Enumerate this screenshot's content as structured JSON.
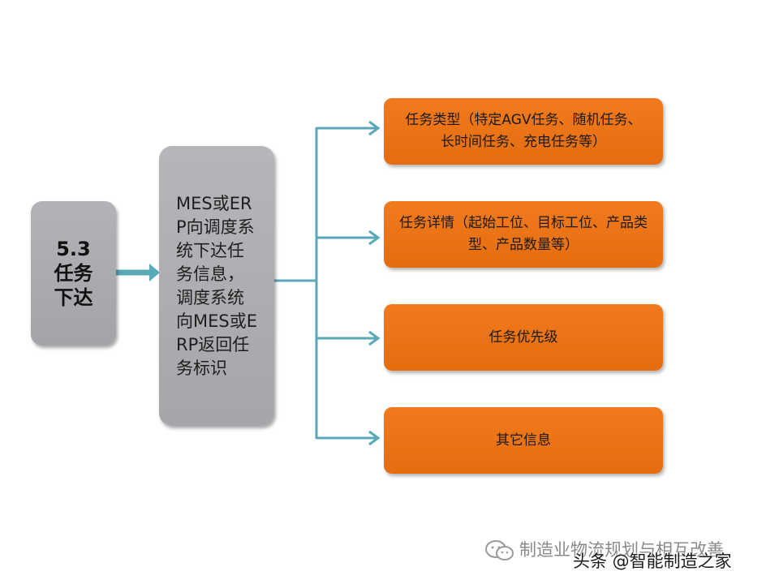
{
  "section": {
    "title": "5.3任务下达"
  },
  "description": {
    "text": "MES或ERP向调度系统下达任务信息，调度系统向MES或ERP返回任务标识"
  },
  "tasks": [
    {
      "label": "任务类型（特定AGV任务、随机任务、长时间任务、充电任务等）"
    },
    {
      "label": "任务详情（起始工位、目标工位、产品类型、产品数量等）"
    },
    {
      "label": "任务优先级"
    },
    {
      "label": "其它信息"
    }
  ],
  "watermark": {
    "line1": "制造业物流规划与相互改善",
    "line2": "头条 @智能制造之家"
  },
  "colors": {
    "gray_box": "#a8a8ac",
    "orange_box": "#ec741a",
    "connector": "#5aa9b8"
  }
}
